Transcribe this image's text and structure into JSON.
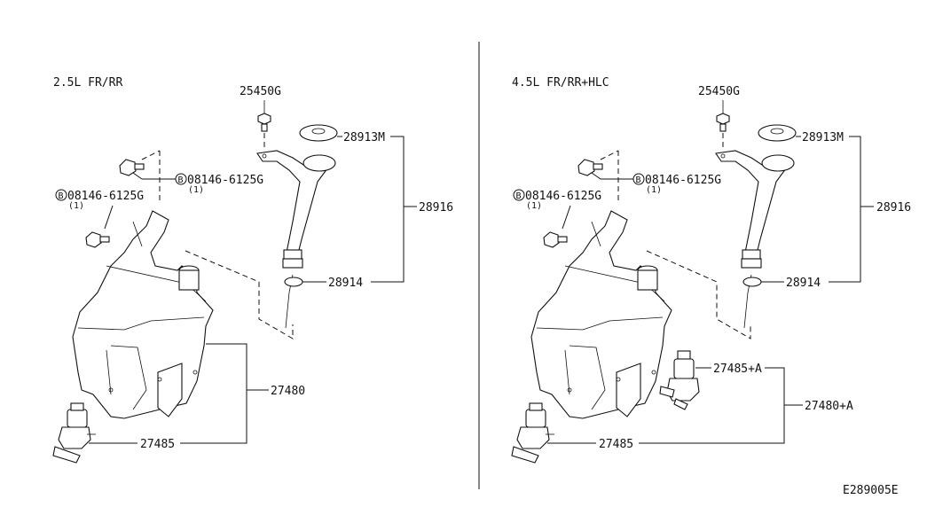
{
  "left_panel": {
    "header": "2.5L FR/RR",
    "labels": {
      "cap_bolt": "25450G",
      "cap": "28913M",
      "filler_bolt": "08146-6125G",
      "filler_bolt_qty": "(1)",
      "tank_bolt": "08146-6125G",
      "tank_bolt_qty": "(1)",
      "filler_tube": "28916",
      "seal": "28914",
      "tank_assembly": "27480",
      "pump": "27485"
    }
  },
  "right_panel": {
    "header": "4.5L FR/RR+HLC",
    "labels": {
      "cap_bolt": "25450G",
      "cap": "28913M",
      "filler_bolt": "08146-6125G",
      "filler_bolt_qty": "(1)",
      "tank_bolt": "08146-6125G",
      "tank_bolt_qty": "(1)",
      "filler_tube": "28916",
      "seal": "28914",
      "hlc_pump": "27485+A",
      "tank_assembly": "27480+A",
      "pump": "27485"
    }
  },
  "bolt_marker": "B",
  "diagram_code": "E289005E"
}
